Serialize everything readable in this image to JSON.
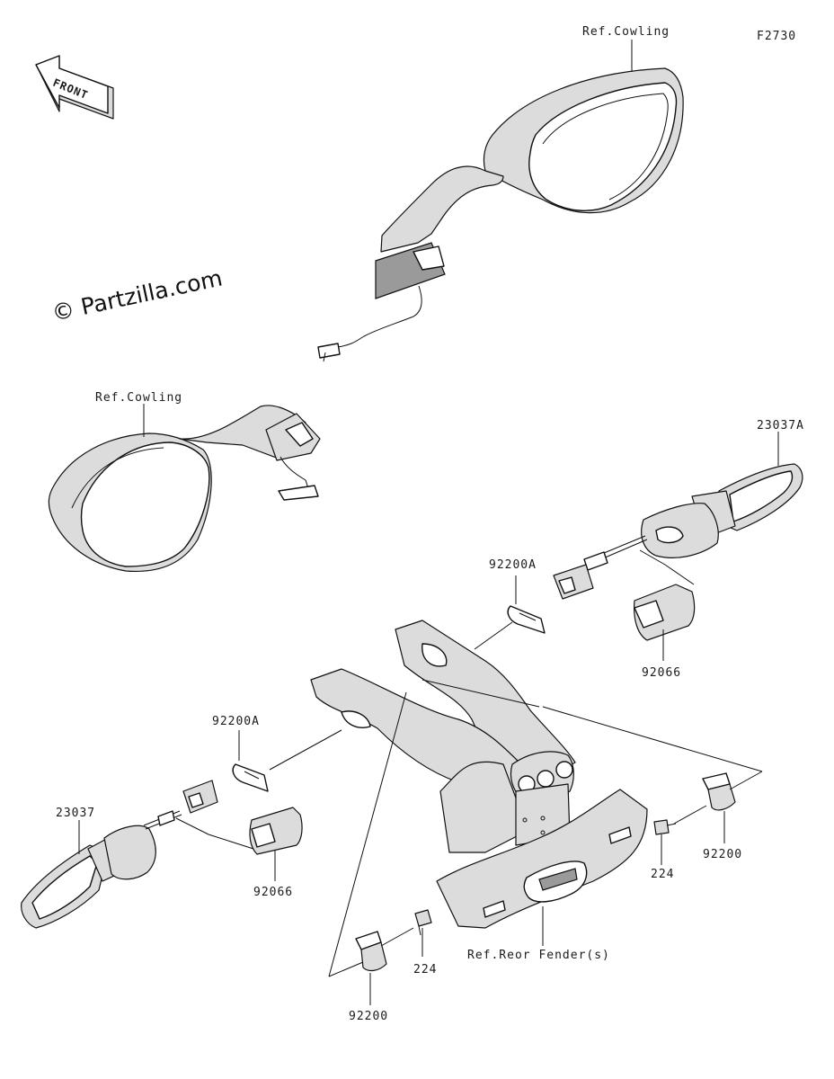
{
  "figure_code": "F2730",
  "watermark": "© Partzilla.com",
  "front_arrow_label": "FRONT",
  "labels": {
    "ref_cowling_top": "Ref.Cowling",
    "ref_cowling_left": "Ref.Cowling",
    "p23037A": "23037A",
    "p92200A_right": "92200A",
    "p92066_right": "92066",
    "p92200A_left": "92200A",
    "p23037": "23037",
    "p92066_left": "92066",
    "p224_right": "224",
    "p92200_right": "92200",
    "ref_rear_fender": "Ref.Reor Fender(s)",
    "p224_bottom": "224",
    "p92200_bottom": "92200"
  }
}
